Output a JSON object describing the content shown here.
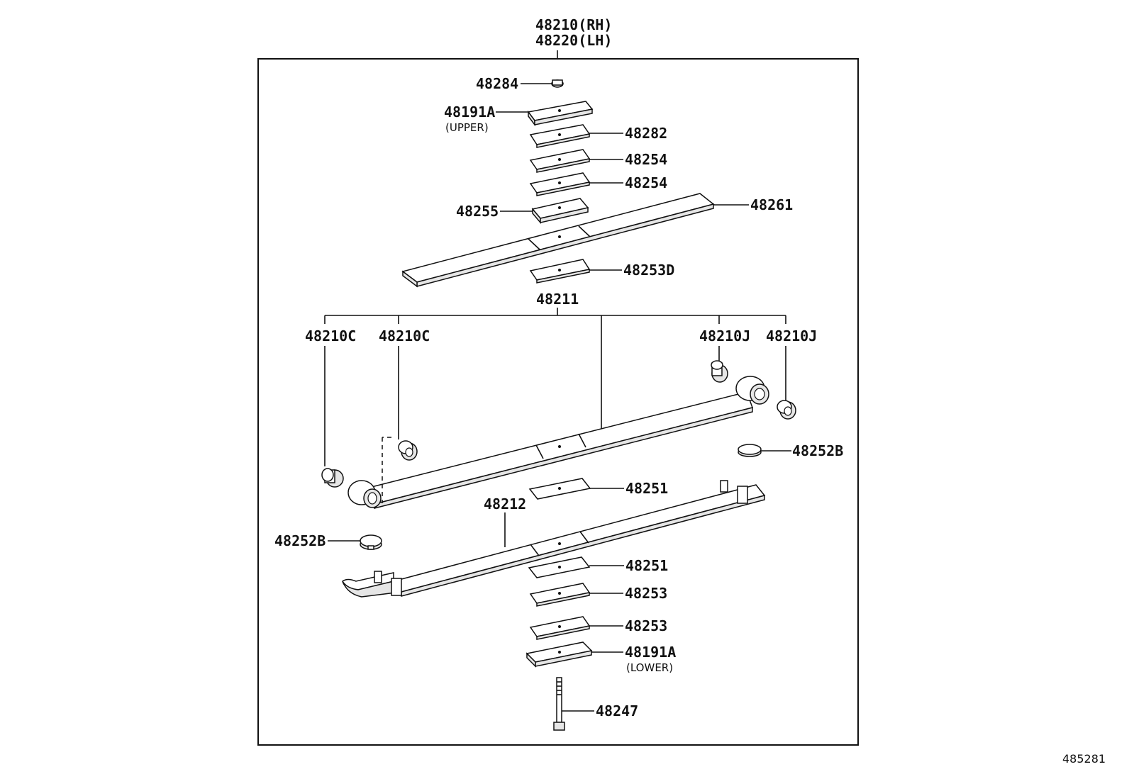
{
  "diagram": {
    "assembly": {
      "rh": "48210(RH)",
      "lh": "48220(LH)"
    },
    "labels": {
      "p48284": "48284",
      "p48191a_upper": "48191A",
      "upper_note": "(UPPER)",
      "p48282": "48282",
      "p48254_a": "48254",
      "p48254_b": "48254",
      "p48255": "48255",
      "p48261": "48261",
      "p48253d": "48253D",
      "p48211": "48211",
      "p48210c_a": "48210C",
      "p48210c_b": "48210C",
      "p48210j_a": "48210J",
      "p48210j_b": "48210J",
      "p48252b_right": "48252B",
      "p48251_a": "48251",
      "p48212": "48212",
      "p48252b_left": "48252B",
      "p48251_b": "48251",
      "p48253_a": "48253",
      "p48253_b": "48253",
      "p48191a_lower": "48191A",
      "lower_note": "(LOWER)",
      "p48247": "48247"
    },
    "figure_number": "485281"
  }
}
